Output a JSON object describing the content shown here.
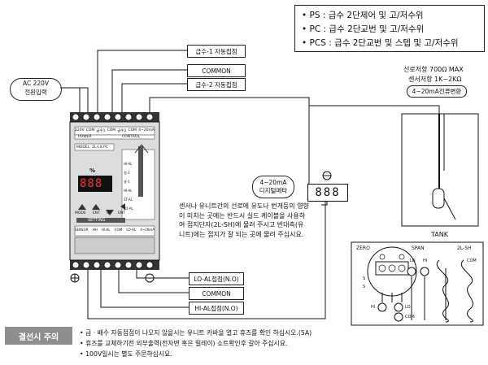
{
  "legend": {
    "line1": "• PS : 급수 2단제어 및 고/저수위",
    "line2": "• PC : 급수 2단교번 및 고/저수위",
    "line3": "• PCS : 급수 2단교번 및 스텝 및 고/저수위"
  },
  "ac_input": {
    "line1": "AC 220V",
    "line2": "전원입력"
  },
  "contacts_top": {
    "c1": "급수-1 자동접점",
    "c2": "COMMON",
    "c3": "급수-2 자동접점"
  },
  "contacts_bottom": {
    "lo": "LO-AL접점(N.O)",
    "common": "COMMON",
    "hi": "HI-AL접점(N.O)"
  },
  "tank": {
    "resistance1": "선로저항 700Ω MAX",
    "resistance2": "센서저항 1K~2KΩ",
    "converter": "4~20mA전류변환",
    "label": "TANK"
  },
  "meter": {
    "line1": "4~20mA",
    "line2": "디지털메타",
    "digits": "888"
  },
  "controller": {
    "terminal_labels": [
      "220V",
      "COM",
      "급수1",
      "COM",
      "급수2",
      "COM",
      "4~20mA"
    ],
    "section_power": "POWER",
    "section_control": "CONTROL",
    "model": "MODEL: 2L-LX-PC",
    "percent": "%",
    "digits": "888",
    "buttons": [
      "MODE",
      "ENT",
      "UP",
      "ENT"
    ],
    "setting": "SETTING",
    "bottom_labels": [
      "SENSOR",
      "HH",
      "HI-AL",
      "COM",
      "LO-AL",
      "4~20mA"
    ],
    "level_labels": [
      "HI-AL",
      "설-2",
      "설-1",
      "HI-AL",
      "ST-AL",
      "LO-AL"
    ]
  },
  "note": "센서나 유니트간의 선로에 유도나 번개등의 영향이 미치는 곳에는 반드시 실드 케이블을 사용하여 접지단자(2L-SH)에 물려 주시고 반대측(유니트)에는 접지가 잘 되는 곳에 물려 주십시요.",
  "sensor_detail": {
    "zero": "ZERO",
    "span": "SPAN",
    "model": "2L-SH",
    "lo": "LO",
    "hi": "HI",
    "com": "COM",
    "s1": "S",
    "s2": "S",
    "hi_term": "HI",
    "lo_term": "LO",
    "com_term": "COM"
  },
  "caution": {
    "title": "결선시 주의",
    "b1": "• 급 · 배수 자동접점이 나오지 않을시는 유니트 카바을 열고 휴즈를 확인 하십시오.(5A)",
    "b2": "• 휴즈를 교체하기전 외부출력(전자변 혹은 릴레이) 쇼트확인후 갈아 주십시요.",
    "b3": "• 100V일시는 별도 주문하십시요."
  }
}
